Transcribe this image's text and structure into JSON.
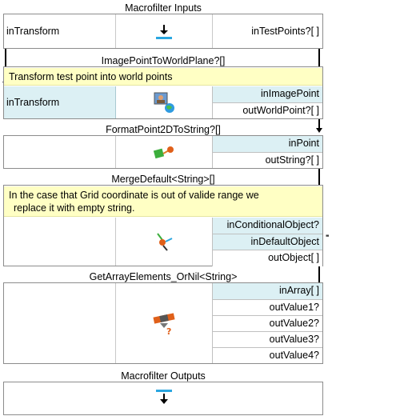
{
  "inputs": {
    "title": "Macrofilter Inputs",
    "left_port": "inTransform",
    "right_port": "inTestPoints?[ ]"
  },
  "block1": {
    "title": "ImagePointToWorldPlane?[]",
    "comment": "Transform test point into world points",
    "left_port": "inTransform",
    "ports": [
      {
        "label": "inImagePoint",
        "kind": "in"
      },
      {
        "label": "outWorldPoint?[ ]",
        "kind": "out"
      }
    ]
  },
  "block2": {
    "title": "FormatPoint2DToString?[]",
    "ports": [
      {
        "label": "inPoint",
        "kind": "in"
      },
      {
        "label": "outString?[ ]",
        "kind": "out"
      }
    ]
  },
  "block3": {
    "title": "MergeDefault<String>[]",
    "comment_line1": "In the case that Grid coordinate is out of valide range we",
    "comment_line2": "replace it with empty string.",
    "ports": [
      {
        "label": "inConditionalObject?",
        "kind": "in"
      },
      {
        "label": "inDefaultObject",
        "kind": "in"
      },
      {
        "label": "outObject[ ]",
        "kind": "out"
      }
    ],
    "extra_marker": "'''"
  },
  "block4": {
    "title": "GetArrayElements_OrNil<String>",
    "ports": [
      {
        "label": "inArray[ ]",
        "kind": "in"
      },
      {
        "label": "outValue1?",
        "kind": "out"
      },
      {
        "label": "outValue2?",
        "kind": "out"
      },
      {
        "label": "outValue3?",
        "kind": "out"
      },
      {
        "label": "outValue4?",
        "kind": "out"
      }
    ]
  },
  "outputs": {
    "title": "Macrofilter Outputs"
  },
  "colors": {
    "input_port_bg": "#dcf0f4",
    "comment_bg": "#ffffc4",
    "border": "#8c8c8c",
    "wire": "#000000"
  }
}
